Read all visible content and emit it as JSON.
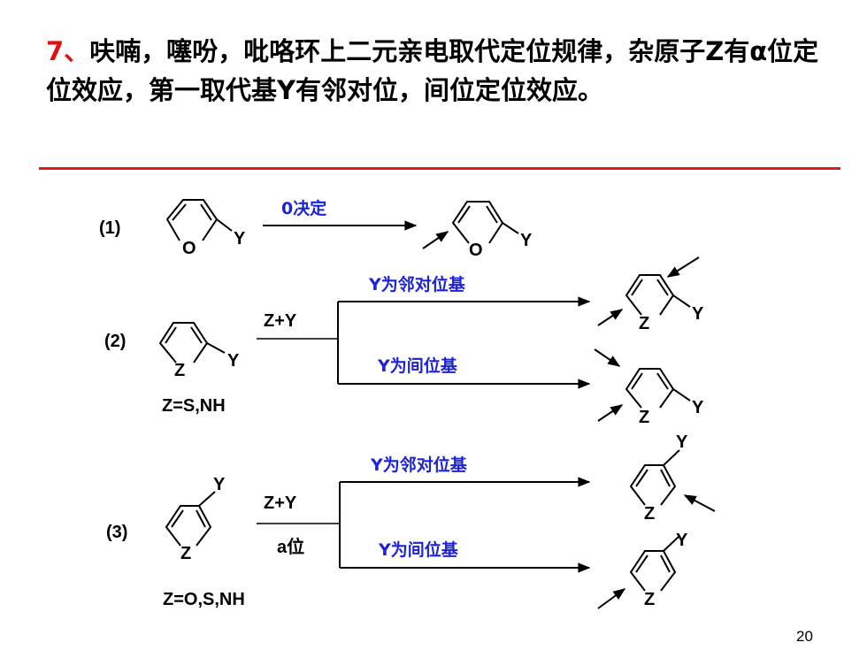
{
  "title": {
    "number": "7、",
    "text": "呋喃，噻吩，吡咯环上二元亲电取代定位规律，杂原子Z有α位定位效应，第一取代基Y有邻对位，间位定位效应。"
  },
  "diagram": {
    "case1": {
      "label": "(1)",
      "reagent": "0决定",
      "ring_atom": "O",
      "substituent": "Y"
    },
    "case2": {
      "label": "(2)",
      "reagent": "Z+Y",
      "ring_atom": "Z",
      "substituent": "Y",
      "condition_text": "Z=S,NH",
      "branch_top": "Y为邻对位基",
      "branch_bottom": "Y为间位基"
    },
    "case3": {
      "label": "(3)",
      "reagent": "Z+Y",
      "position_note": "a位",
      "ring_atom": "Z",
      "substituent": "Y",
      "condition_text": "Z=O,S,NH",
      "branch_top": "Y为邻对位基",
      "branch_bottom": "Y为间位基"
    }
  },
  "page_number": "20",
  "colors": {
    "title_number": "#e01010",
    "rule": "#e01a1a",
    "branch_text": "#1b22d8"
  }
}
